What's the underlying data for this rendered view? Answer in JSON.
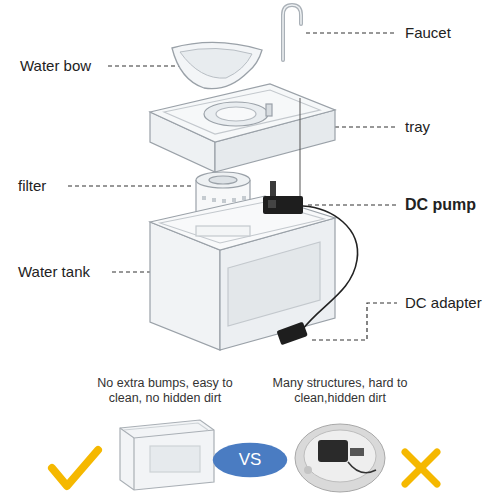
{
  "diagram": {
    "nodes": [
      {
        "text": [
          "VS"
        ]
      }
    ],
    "labels": [
      "Faucet",
      "Water bow",
      "tray",
      "filter",
      "DC pump",
      "Water tank",
      "DC adapter",
      "No extra bumps, easy to clean, no hidden dirt",
      "Many structures, hard to clean,hidden dirt"
    ]
  }
}
